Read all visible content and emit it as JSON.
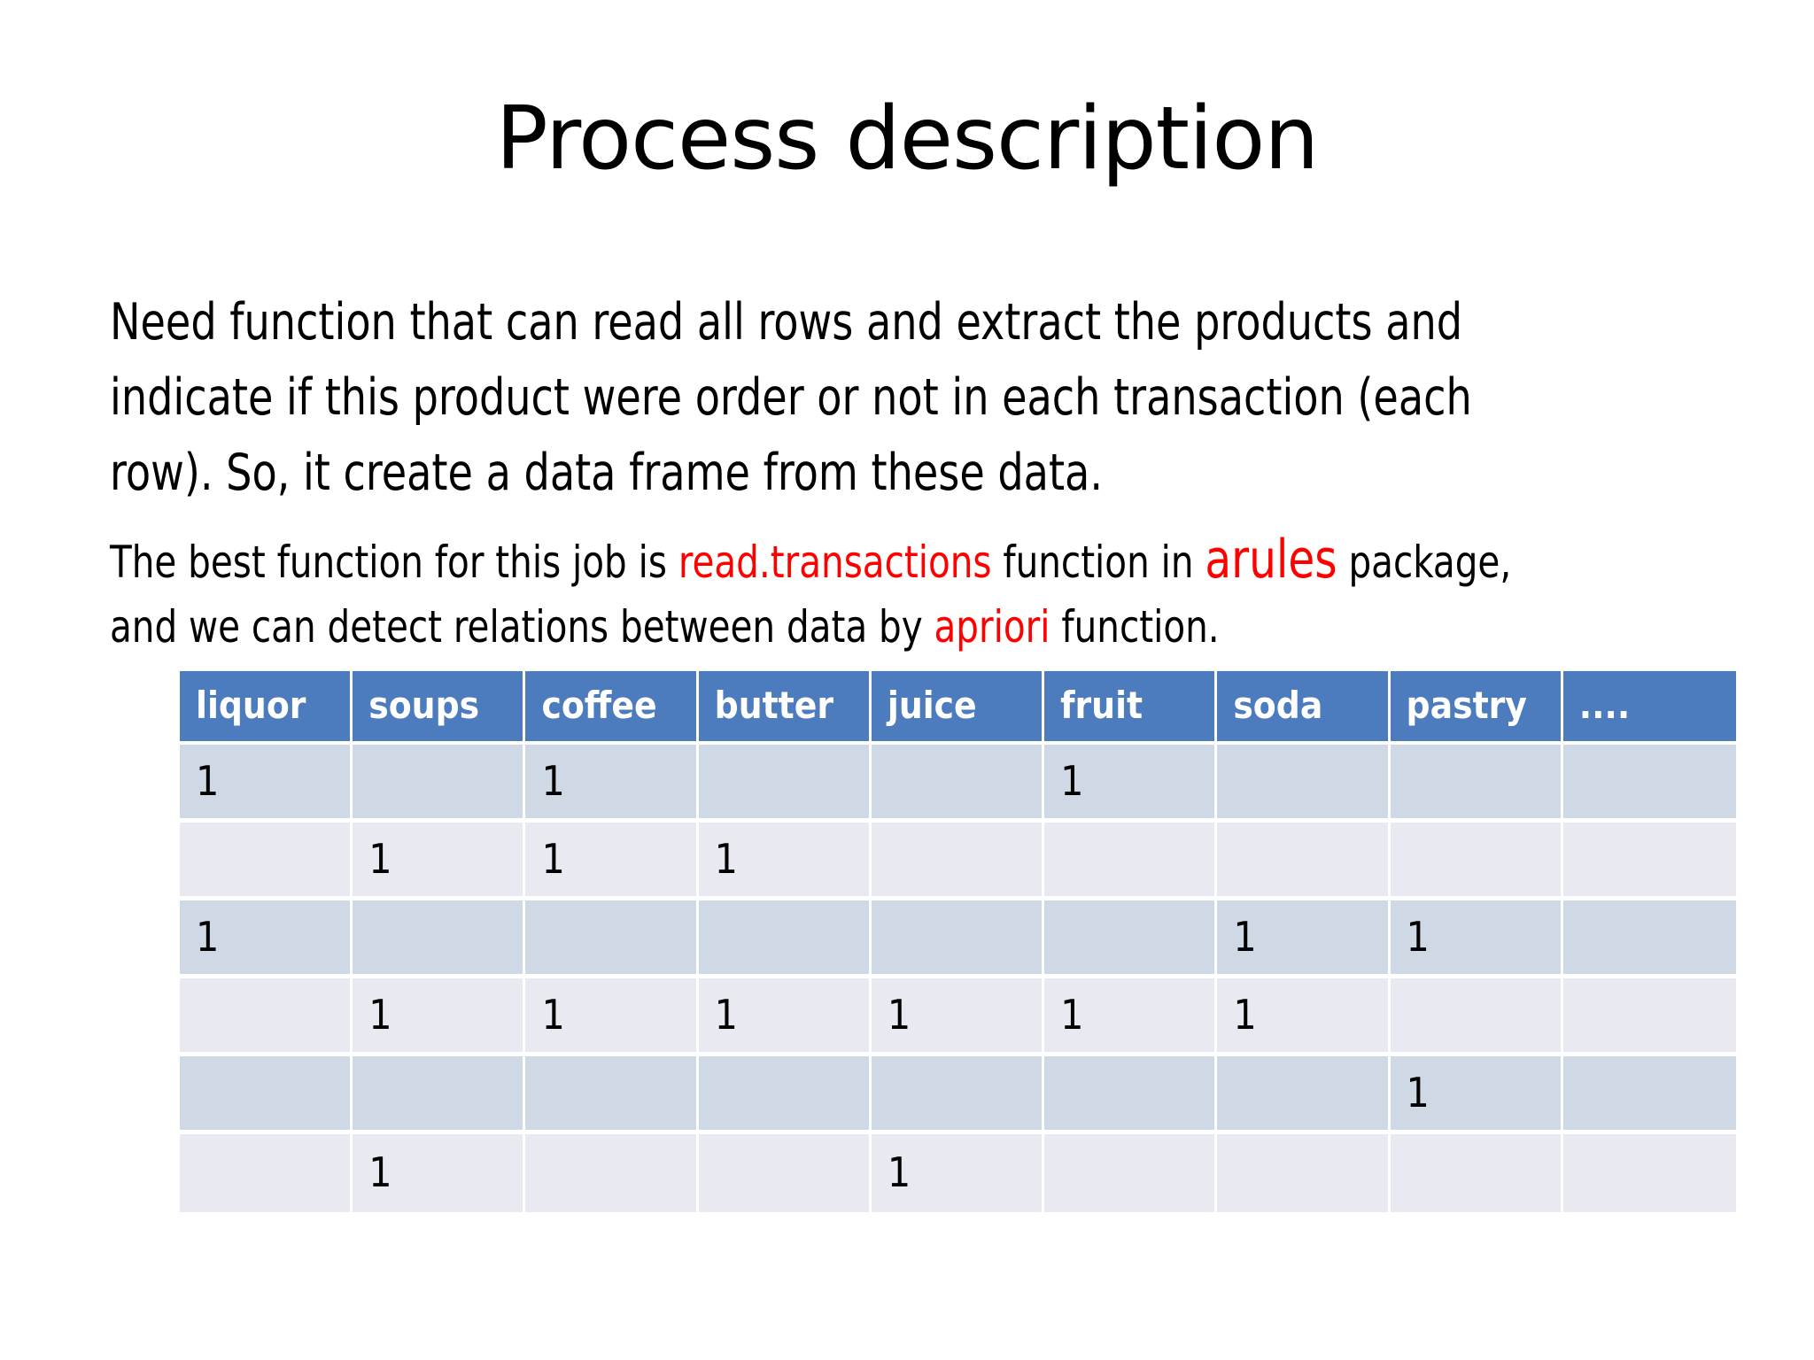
{
  "slide": {
    "title": "Process description",
    "paragraph_1": "Need function that can read all rows and extract the products and indicate if this product were order or not in each transaction (each row). So, it create a data frame from these data.",
    "paragraph_2": {
      "part_1": "The best function for this job is ",
      "highlight_1": "read.transactions",
      "part_2": " function in ",
      "highlight_2": "arules",
      "part_3": " package, and we can detect relations between data by ",
      "highlight_3": "apriori",
      "part_4": " function."
    }
  },
  "colors": {
    "header_blue": "#4C7CBE",
    "row_dark": "#CFD9E5",
    "row_light": "#E9EAF1",
    "highlight_red": "#FF0000",
    "text_black": "#000000",
    "background": "#FFFFFF"
  },
  "table": {
    "columns": [
      "liquor",
      "soups",
      "coffee",
      "butter",
      "juice",
      "fruit",
      "soda",
      "pastry",
      "...."
    ],
    "rows": [
      [
        "1",
        "",
        "1",
        "",
        "",
        "1",
        "",
        "",
        ""
      ],
      [
        "",
        "1",
        "1",
        "1",
        "",
        "",
        "",
        "",
        ""
      ],
      [
        "1",
        "",
        "",
        "",
        "",
        "",
        "1",
        "1",
        ""
      ],
      [
        "",
        "1",
        "1",
        "1",
        "1",
        "1",
        "1",
        "",
        ""
      ],
      [
        "",
        "",
        "",
        "",
        "",
        "",
        "",
        "1",
        ""
      ],
      [
        "",
        "1",
        "",
        "",
        "1",
        "",
        "",
        "",
        ""
      ]
    ]
  }
}
